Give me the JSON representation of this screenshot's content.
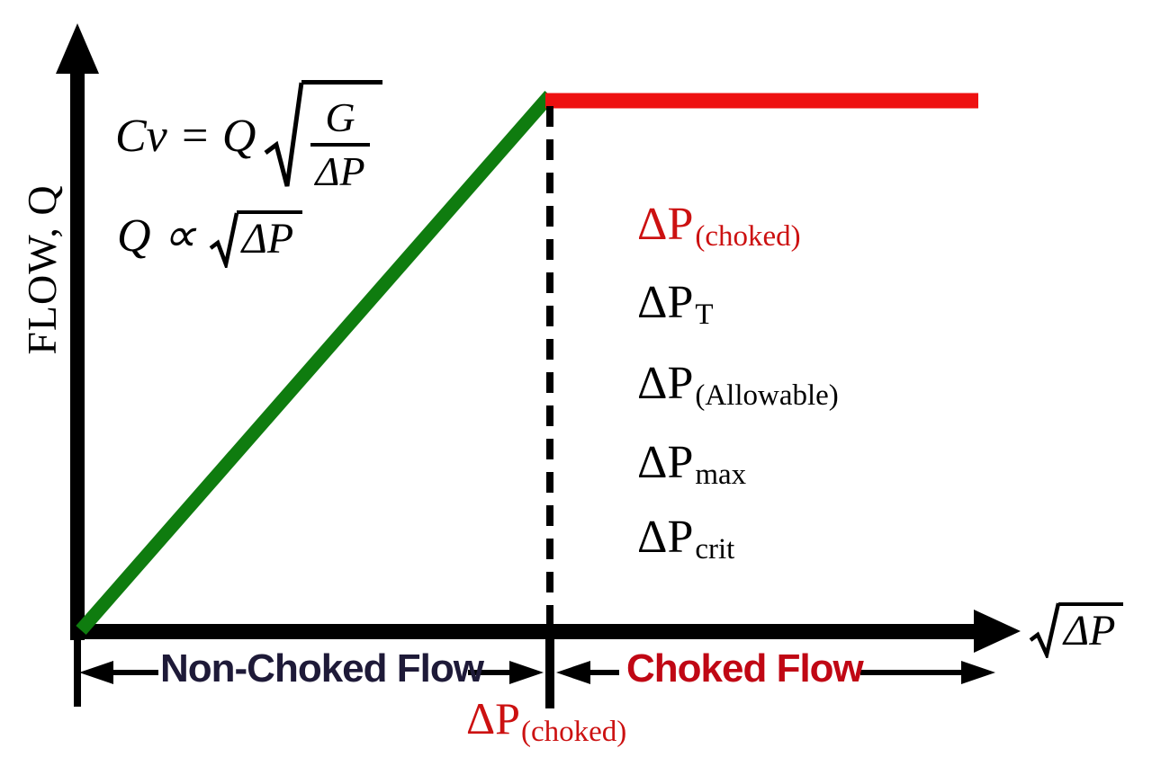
{
  "figure": {
    "y_axis_label": "FLOW, Q",
    "x_axis_label_radicand": "ΔP",
    "equations": {
      "cv_lhs": "Cv = Q",
      "cv_sqrt_numerator": "G",
      "cv_sqrt_denominator": "ΔP",
      "proportional_lhs": "Q ∝",
      "proportional_radicand": "ΔP"
    },
    "right_labels": [
      {
        "main": "ΔP",
        "sub": "(choked)",
        "color": "#cc1111"
      },
      {
        "main": "ΔP",
        "sub": "T",
        "color": "#000000"
      },
      {
        "main": "ΔP",
        "sub": "(Allowable)",
        "color": "#000000"
      },
      {
        "main": "ΔP",
        "sub": "max",
        "color": "#000000"
      },
      {
        "main": "ΔP",
        "sub": "crit",
        "color": "#000000"
      }
    ],
    "regions": {
      "non_choked_label": "Non-Choked Flow",
      "choked_label": "Choked Flow"
    },
    "breakpoint_label": {
      "main": "ΔP",
      "sub": "(choked)"
    },
    "colors": {
      "non_choked_line": "#0f7c0f",
      "choked_line": "#ee1111",
      "red_text": "#cc1111",
      "choked_region_text": "#c00714",
      "non_choked_region_text": "#1e1a38",
      "axis": "#000000"
    }
  },
  "chart_data": {
    "type": "line",
    "title": "",
    "xlabel": "√ΔP",
    "ylabel": "FLOW, Q",
    "axes_numeric": false,
    "grid": false,
    "xlim": [
      0,
      1
    ],
    "ylim": [
      0,
      1
    ],
    "series": [
      {
        "name": "Non-Choked Flow (Q ∝ √ΔP)",
        "color": "#0f7c0f",
        "x": [
          0.0,
          0.52
        ],
        "y": [
          0.0,
          1.0
        ]
      },
      {
        "name": "Choked Flow (Q constant)",
        "color": "#ee1111",
        "x": [
          0.52,
          0.99
        ],
        "y": [
          1.0,
          1.0
        ]
      }
    ],
    "annotations": [
      "Cv = Q √(G/ΔP)",
      "Q ∝ √ΔP",
      "ΔP(choked)",
      "ΔP T",
      "ΔP (Allowable)",
      "ΔP max",
      "ΔP crit",
      "Non-Choked Flow region left of breakpoint",
      "Choked Flow region right of breakpoint",
      "Dashed vertical line at x = ΔP(choked)"
    ],
    "legend_position": "none"
  }
}
